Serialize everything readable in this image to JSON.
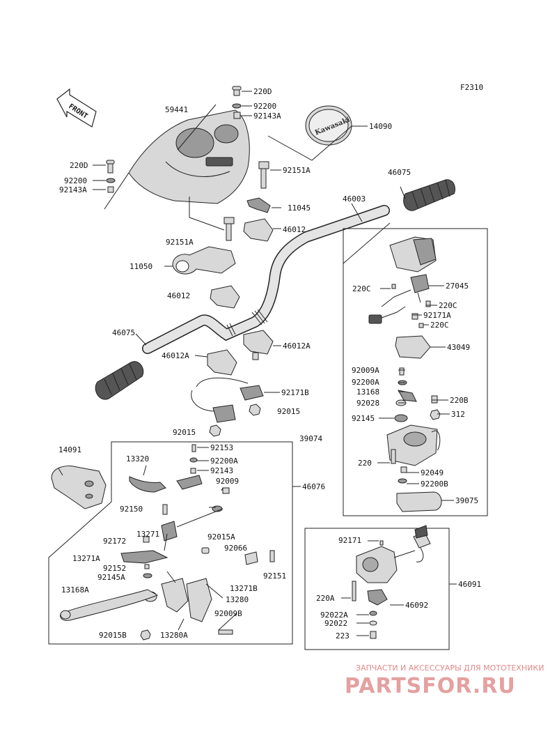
{
  "figure_code": "F2310",
  "front_label": "FRONT",
  "brand_text": "Kawasaki",
  "part_numbers": [
    "220D",
    "92200",
    "92143A",
    "59441",
    "14090",
    "220D",
    "92200",
    "92143A",
    "92151A",
    "11045",
    "46003",
    "46075",
    "92151A",
    "46012",
    "11050",
    "46012",
    "46075",
    "46012A",
    "46012A",
    "92171B",
    "92015",
    "92015",
    "220C",
    "27045",
    "220C",
    "92171A",
    "220C",
    "43049",
    "92009A",
    "92200A",
    "13168",
    "92028",
    "220B",
    "92145",
    "312",
    "220",
    "92049",
    "92200B",
    "39075",
    "39074",
    "14091",
    "13320",
    "92153",
    "92200A",
    "92143",
    "92009",
    "46076",
    "92150",
    "13271",
    "92015A",
    "92172",
    "92066",
    "13271A",
    "92152",
    "92145A",
    "13271B",
    "92151",
    "13168A",
    "13280",
    "92009B",
    "92015B",
    "13280A",
    "92171",
    "46091",
    "220A",
    "46092",
    "92022A",
    "92022",
    "223"
  ],
  "watermark": {
    "caption": "ЗАПЧАСТИ И АКСЕССУАРЫ ДЛЯ МОТОТЕХНИКИ",
    "site": "PARTSFOR.RU"
  }
}
